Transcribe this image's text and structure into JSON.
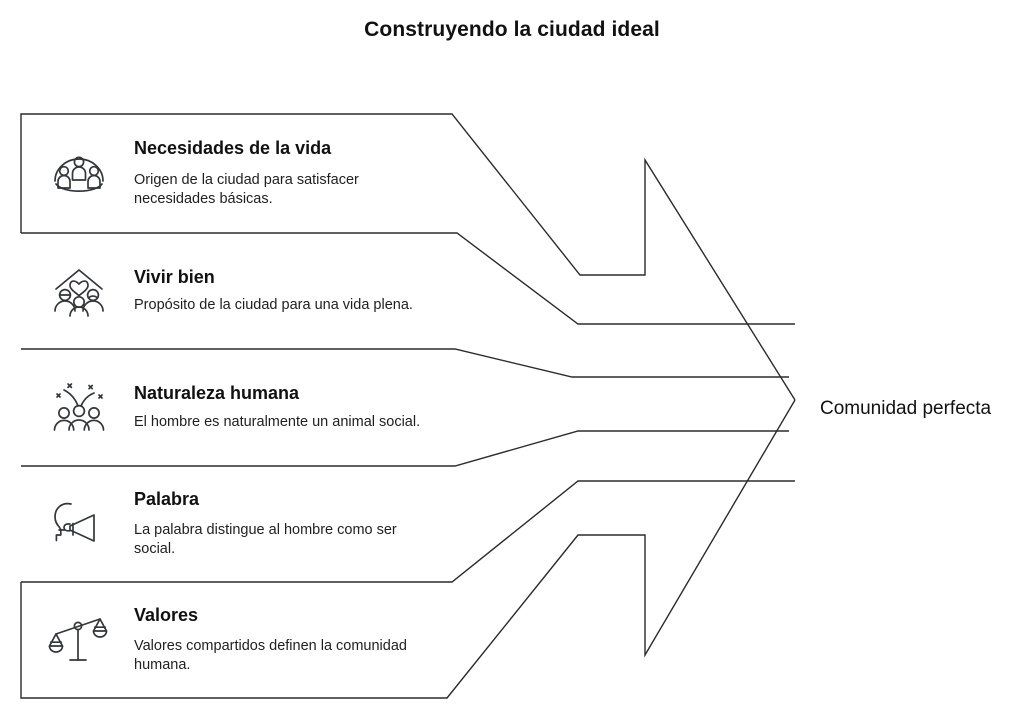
{
  "title": "Construyendo la ciudad ideal",
  "diagram": {
    "type": "funnel-arrow",
    "direction": "left-to-right",
    "outcome_label": "Comunidad perfecta",
    "stroke_color": "#2b2b2b",
    "background_color": "#ffffff",
    "text_color": "#111111",
    "stages": [
      {
        "icon": "people-group-dome-icon",
        "title": "Necesidades de la vida",
        "description": "Origen de la ciudad para satisfacer necesidades básicas."
      },
      {
        "icon": "family-home-heart-icon",
        "title": "Vivir bien",
        "description": "Propósito de la ciudad para una vida plena."
      },
      {
        "icon": "people-celebration-icon",
        "title": "Naturaleza humana",
        "description": "El hombre es naturalmente un animal social."
      },
      {
        "icon": "head-megaphone-speech-icon",
        "title": "Palabra",
        "description": "La palabra distingue al hombre como ser social."
      },
      {
        "icon": "balance-scales-icon",
        "title": "Valores",
        "description": "Valores compartidos definen la comunidad humana."
      }
    ]
  }
}
